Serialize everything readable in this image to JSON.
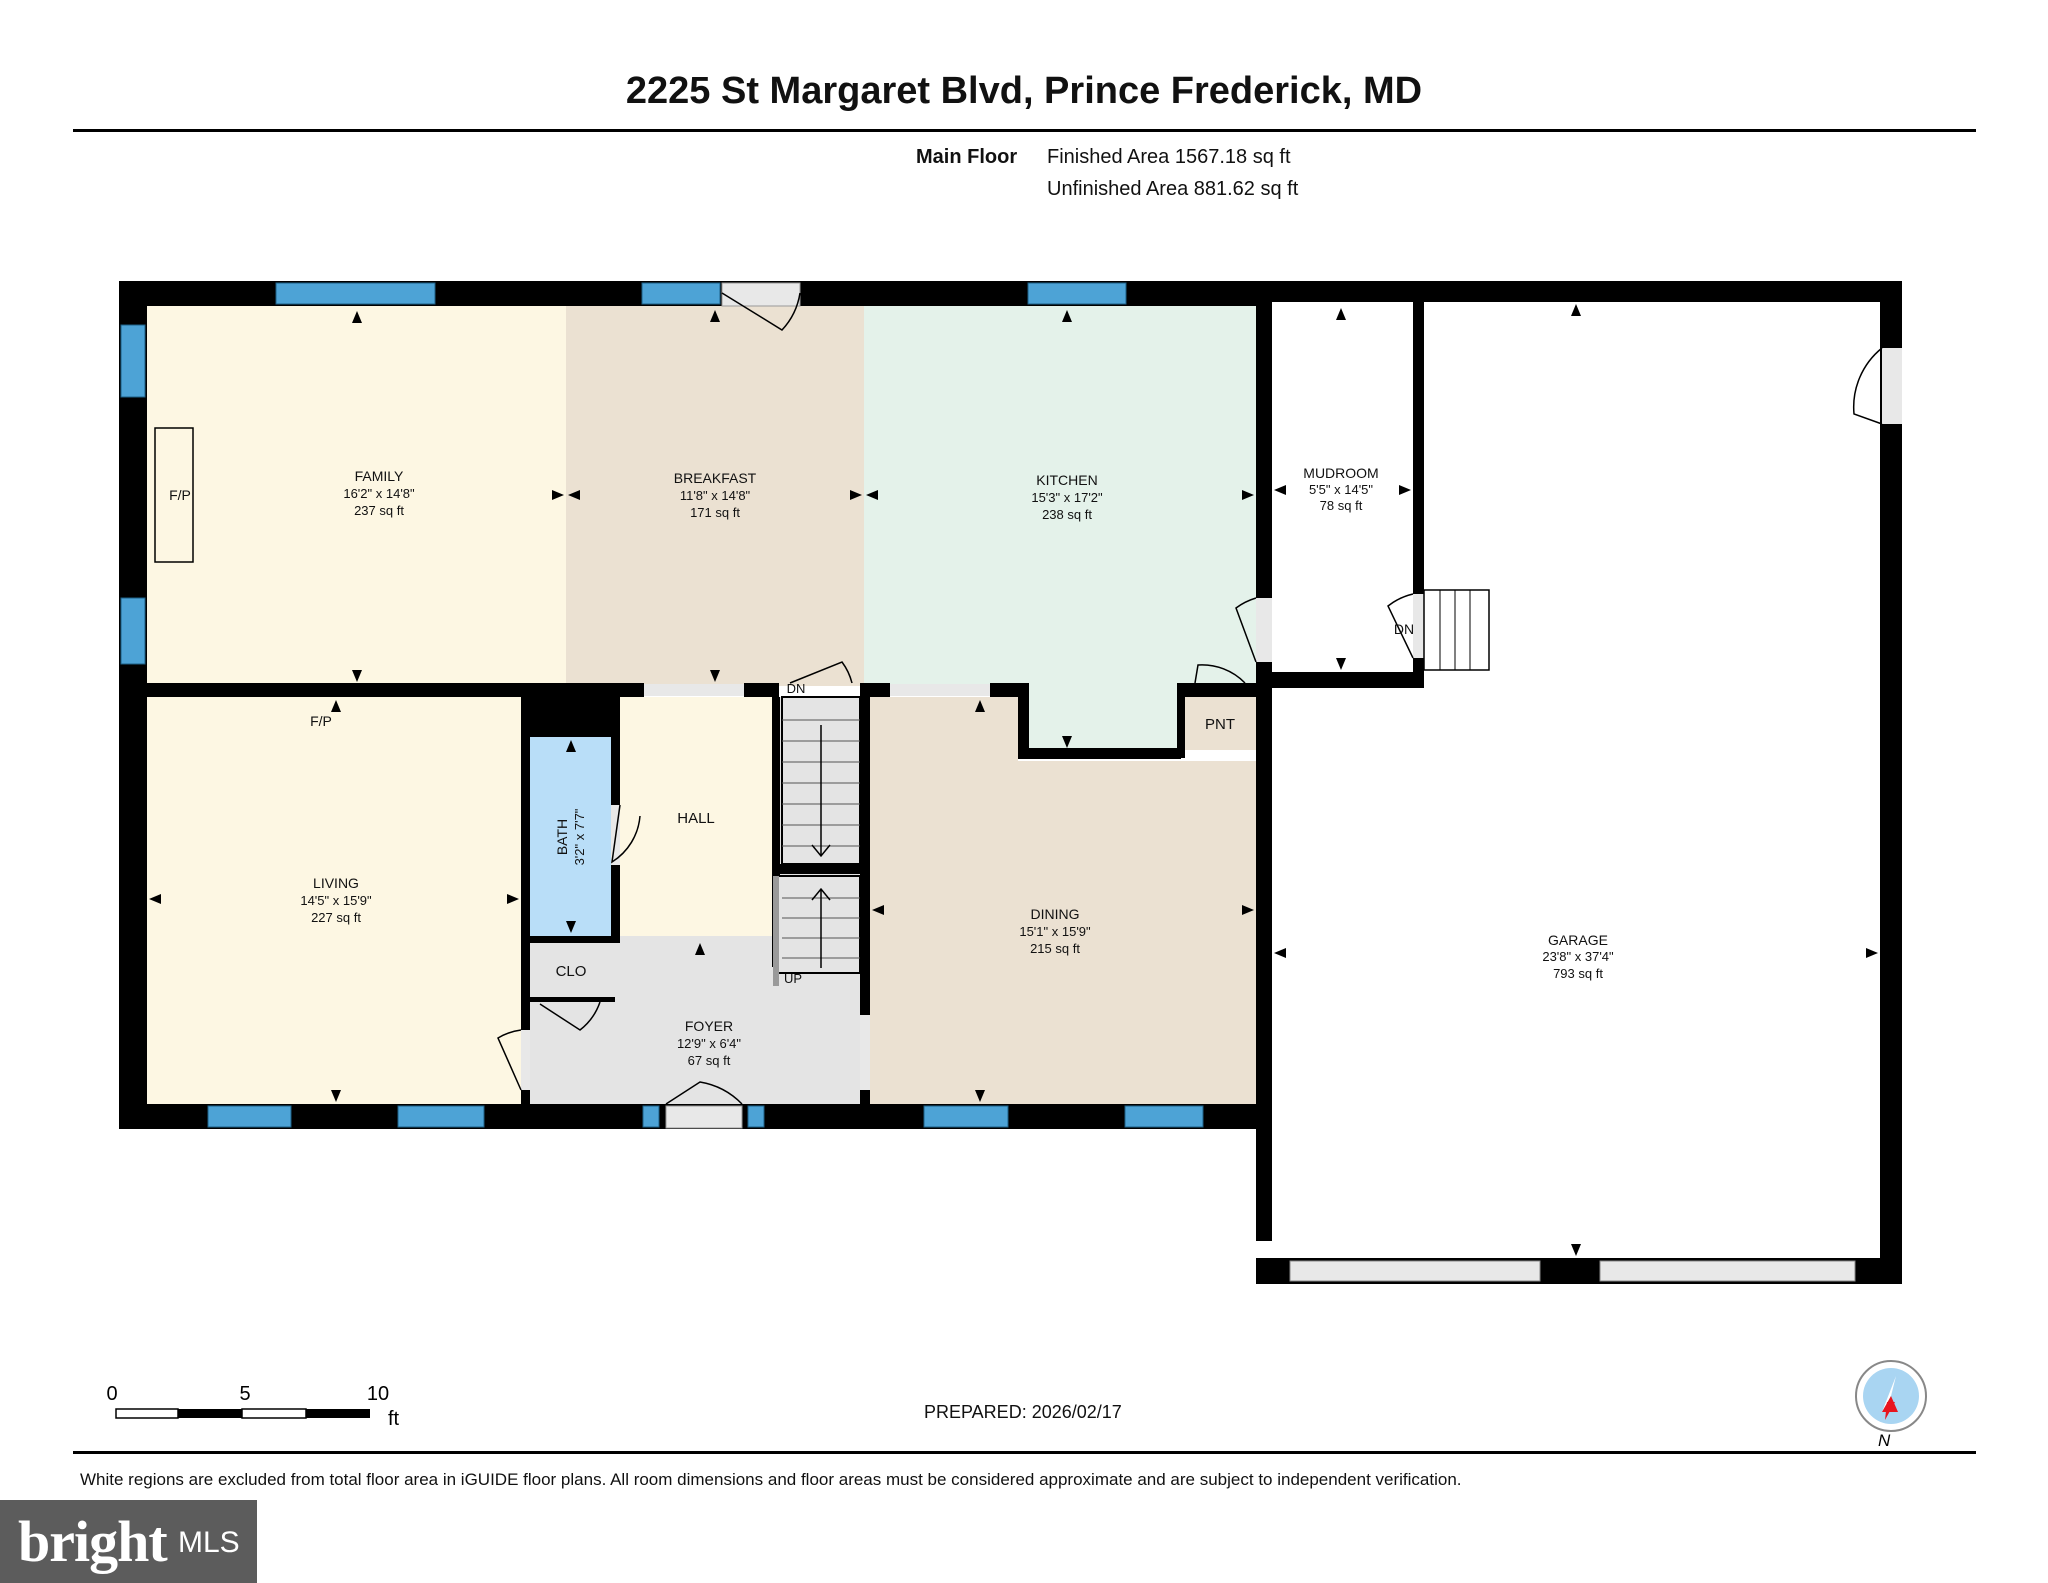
{
  "header": {
    "title": "2225 St Margaret Blvd, Prince Frederick, MD",
    "floor_label": "Main Floor",
    "finished_area": "Finished Area 1567.18 sq ft",
    "unfinished_area": "Unfinished Area 881.62 sq ft"
  },
  "rooms": {
    "family": {
      "name": "FAMILY",
      "dims": "16'2\" x 14'8\"",
      "area": "237 sq ft"
    },
    "breakfast": {
      "name": "BREAKFAST",
      "dims": "11'8\" x 14'8\"",
      "area": "171 sq ft"
    },
    "kitchen": {
      "name": "KITCHEN",
      "dims": "15'3\" x 17'2\"",
      "area": "238 sq ft"
    },
    "mudroom": {
      "name": "MUDROOM",
      "dims": "5'5\" x 14'5\"",
      "area": "78 sq ft"
    },
    "living": {
      "name": "LIVING",
      "dims": "14'5\" x 15'9\"",
      "area": "227 sq ft"
    },
    "bath": {
      "name": "BATH",
      "dims": "3'2\" x 7'7\""
    },
    "hall": {
      "name": "HALL"
    },
    "dining": {
      "name": "DINING",
      "dims": "15'1\" x 15'9\"",
      "area": "215 sq ft"
    },
    "foyer": {
      "name": "FOYER",
      "dims": "12'9\" x 6'4\"",
      "area": "67 sq ft"
    },
    "garage": {
      "name": "GARAGE",
      "dims": "23'8\" x 37'4\"",
      "area": "793 sq ft"
    },
    "closet": {
      "name": "CLO"
    },
    "pantry": {
      "name": "PNT"
    }
  },
  "labels": {
    "fireplace_family": "F/P",
    "fireplace_living": "F/P",
    "stairs_down": "DN",
    "stairs_up": "UP",
    "mudroom_steps": "DN"
  },
  "scale": {
    "tick0": "0",
    "tick5": "5",
    "tick10": "10",
    "unit": "ft"
  },
  "prepared": "PREPARED: 2026/02/17",
  "disclaimer": "White regions are excluded from total floor area in iGUIDE floor plans. All room dimensions and floor areas must be considered approximate and are subject to independent verification.",
  "compass": {
    "north_label": "N"
  },
  "logo": {
    "brand": "bright",
    "suffix": "MLS"
  },
  "colors": {
    "wall": "#000000",
    "window": "#4da3d6",
    "family": "#fdf7e3",
    "breakfast": "#ebe1d2",
    "kitchen": "#e4f2ea",
    "mudroom": "#dadada",
    "living": "#fdf7e3",
    "bath": "#b9def8",
    "hall": "#fdf7e3",
    "dining": "#ebe1d2",
    "foyer": "#e4e4e4",
    "stairs": "#e4e4e4",
    "closet": "#ebe1d2",
    "garage": "#ffffff",
    "compass_circle": "#a9d5f2",
    "compass_needle": "#e8141e"
  }
}
